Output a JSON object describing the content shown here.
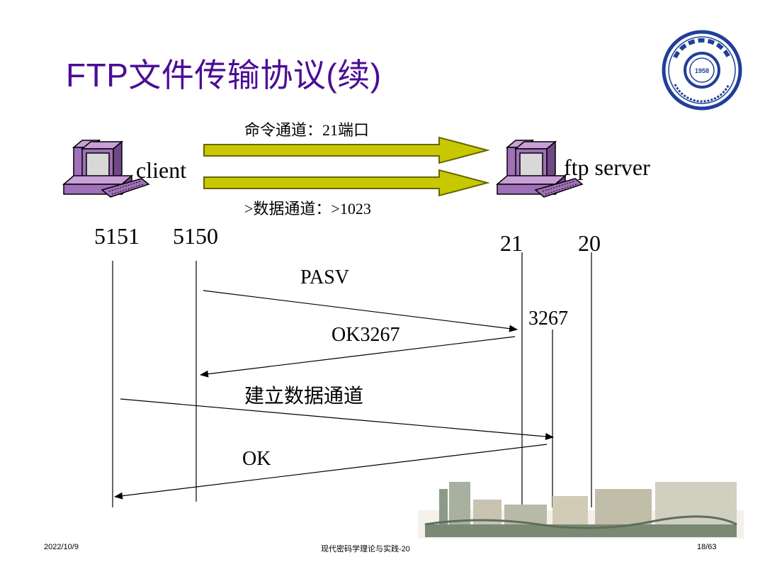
{
  "title": "FTP文件传输协议(续)",
  "logo": {
    "text": "1958",
    "seal_text": "University of Science and Technology of China",
    "color": "#1f3f98"
  },
  "nodes": {
    "client": "client",
    "server": "ftp server"
  },
  "channels": {
    "command": "命令通道：21端口",
    "data": ">数据通道：>1023"
  },
  "ports": {
    "client_data": "5151",
    "client_cmd": "5150",
    "server_cmd": "21",
    "server_data": "20",
    "server_passive": "3267"
  },
  "messages": {
    "pasv": "PASV",
    "ok_port": "OK3267",
    "establish": "建立数据通道",
    "ok": "OK"
  },
  "footer": {
    "date": "2022/10/9",
    "course": "现代密码学理论与实践-20",
    "page": "18/63"
  },
  "colors": {
    "title": "#4b0d96",
    "arrow_fill": "#c8c800",
    "arrow_stroke": "#666600",
    "computer": "#a070b8"
  }
}
